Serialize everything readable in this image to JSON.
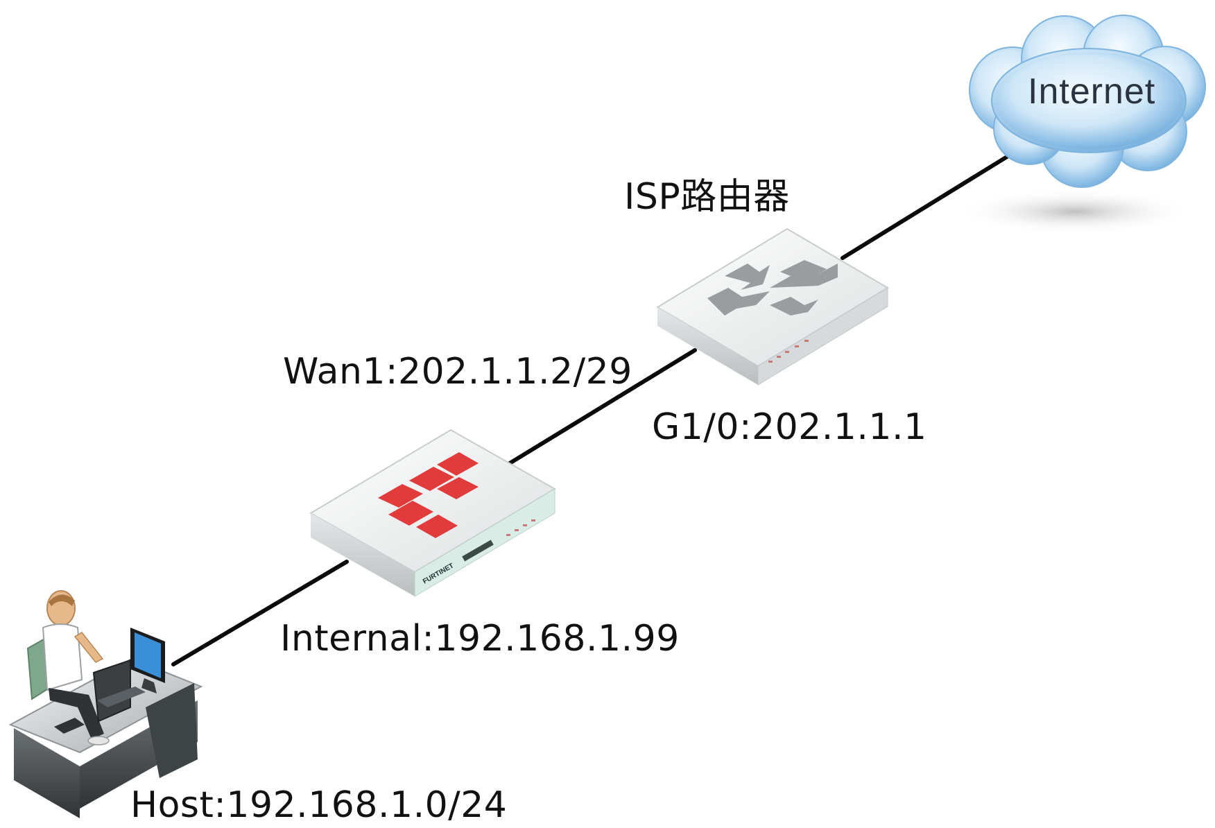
{
  "nodes": {
    "internet": {
      "label": "Internet"
    },
    "isp_router": {
      "label": "ISP路由器"
    },
    "firewall": {
      "brand_text": "FURTINET"
    },
    "host": {}
  },
  "interfaces": {
    "isp_g1": "G1/0:202.1.1.1",
    "fw_wan1": "Wan1:202.1.1.2/29",
    "fw_internal": "Internal:192.168.1.99",
    "host_net": "Host:192.168.1.0/24"
  },
  "colors": {
    "link": "#0a0a0a",
    "cloud_light": "#dff0fb",
    "cloud_dark": "#6aa9db",
    "firewall_logo": "#e23b3b",
    "device_body": "#eef0f0"
  }
}
